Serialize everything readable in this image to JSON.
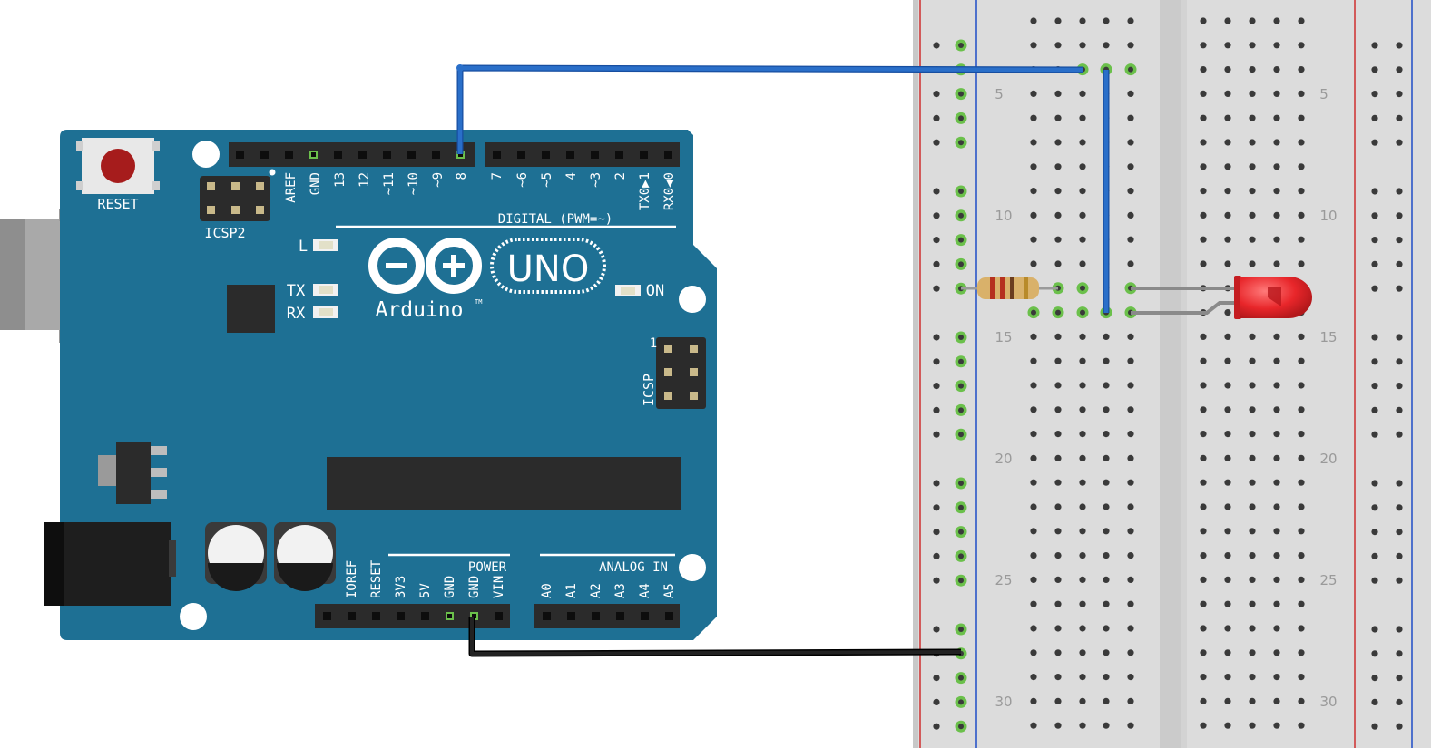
{
  "board": {
    "reset_label": "RESET",
    "icsp2_label": "ICSP2",
    "icsp_label": "ICSP",
    "icsp_pin1": "1",
    "digital_header_label": "DIGITAL (PWM=~)",
    "digital_pins": [
      "AREF",
      "GND",
      "13",
      "12",
      "~11",
      "~10",
      "~9",
      "8",
      "7",
      "~6",
      "~5",
      "4",
      "~3",
      "2",
      "TX0▶1",
      "RX0◀0"
    ],
    "power_header_label": "POWER",
    "power_pins": [
      "IOREF",
      "RESET",
      "3V3",
      "5V",
      "GND",
      "GND",
      "VIN"
    ],
    "analog_header_label": "ANALOG IN",
    "analog_pins": [
      "A0",
      "A1",
      "A2",
      "A3",
      "A4",
      "A5"
    ],
    "led_l": "L",
    "led_tx": "TX",
    "led_rx": "RX",
    "led_on": "ON",
    "logo_uno": "UNO",
    "logo_brand": "Arduino",
    "logo_tm": "TM"
  },
  "breadboard": {
    "row_numbers_left": [
      "5",
      "10",
      "15",
      "20",
      "25",
      "30"
    ],
    "row_numbers_right": [
      "5",
      "10",
      "15",
      "20",
      "25",
      "30"
    ]
  },
  "colors": {
    "board": "#1e7094",
    "wire_signal": "#2a6fc9",
    "wire_ground": "#1a1a1a",
    "led": "#e8262a",
    "breadboard": "#dcdcdc",
    "rail_red": "#d0393a",
    "rail_blue": "#2a56c8",
    "active_hole": "#6bc04b"
  }
}
